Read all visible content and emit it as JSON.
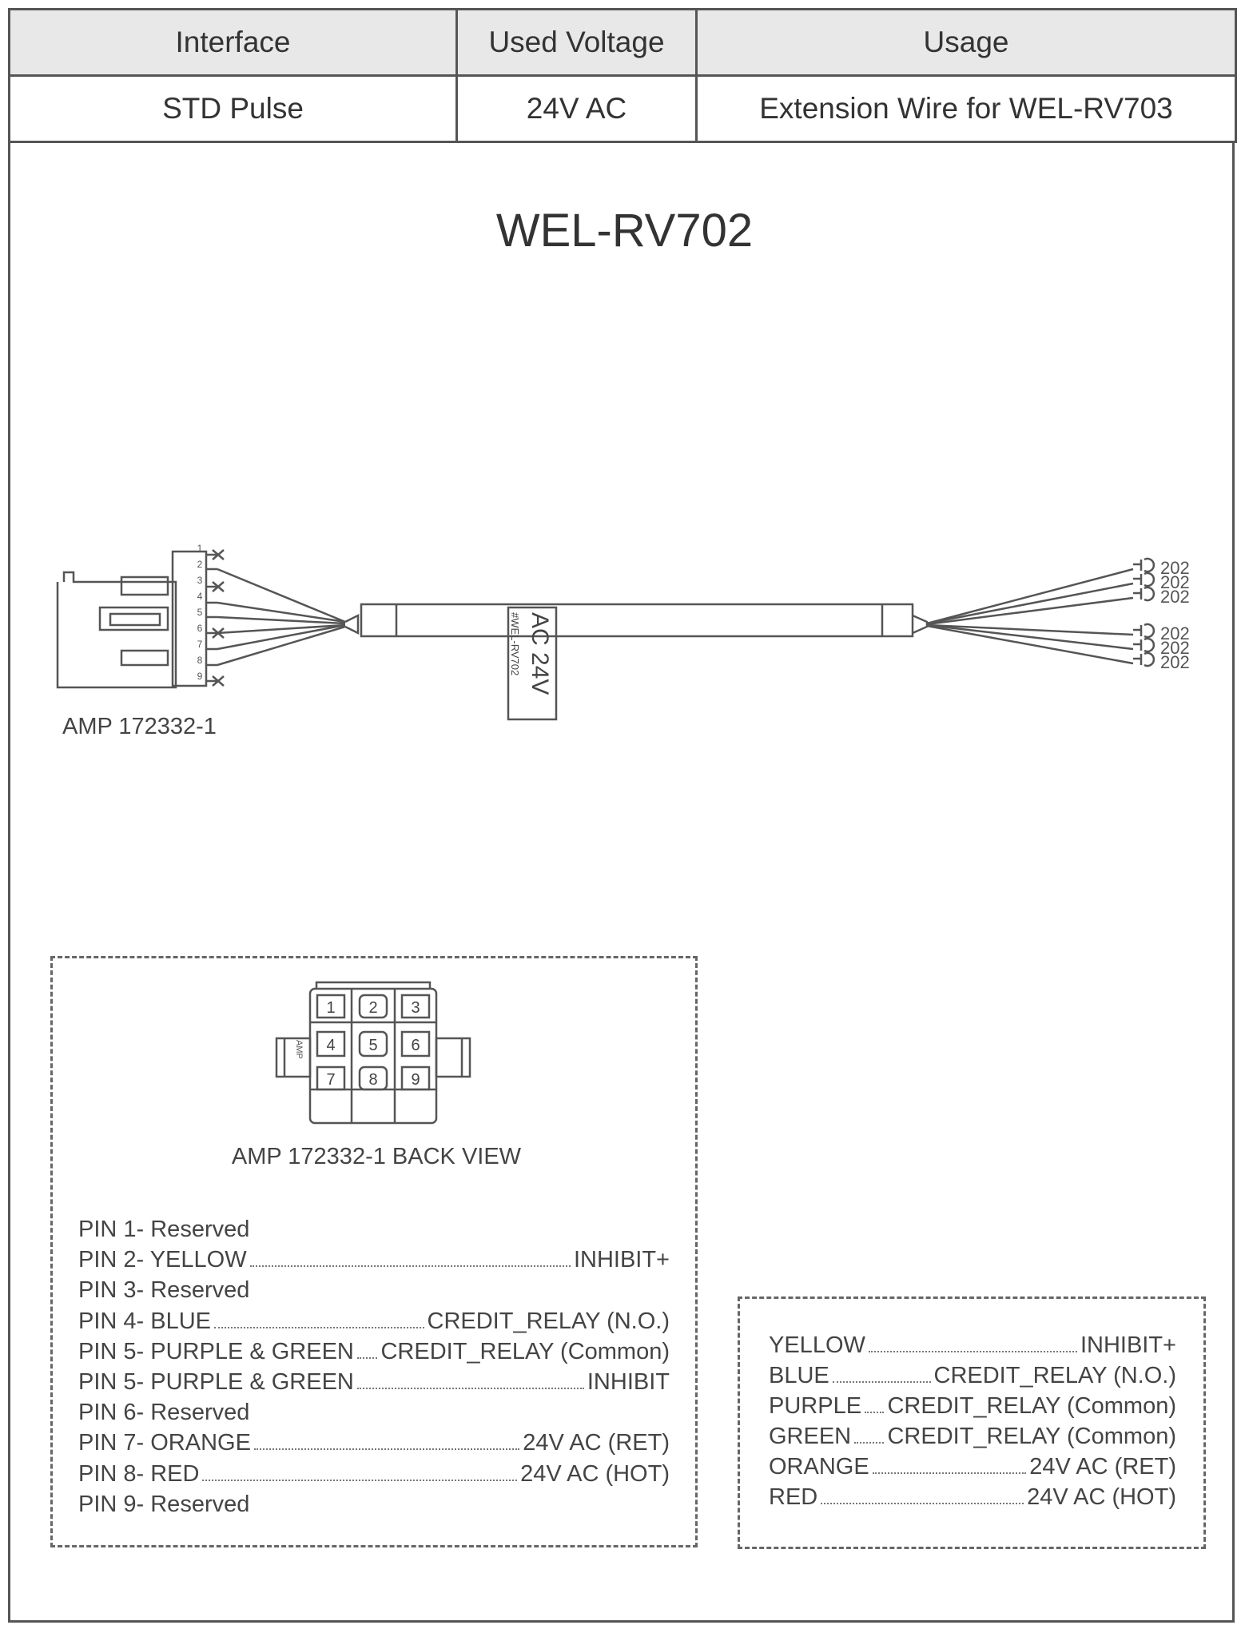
{
  "spec_table": {
    "headers": [
      "Interface",
      "Used Voltage",
      "Usage"
    ],
    "row": [
      "STD Pulse",
      "24V AC",
      "Extension Wire for WEL-RV703"
    ]
  },
  "title": "WEL-RV702",
  "cable": {
    "connector_label": "AMP 172332-1",
    "sleeve_text_1": "AC 24V",
    "sleeve_text_2": "#WEL-RV702",
    "pin_numbers": [
      "1",
      "2",
      "3",
      "4",
      "5",
      "6",
      "7",
      "8",
      "9"
    ],
    "terminal_labels": [
      "202",
      "202",
      "202",
      "202",
      "202",
      "202"
    ]
  },
  "back_view": {
    "label": "AMP 172332-1 BACK VIEW",
    "pins": [
      "1",
      "2",
      "3",
      "4",
      "5",
      "6",
      "7",
      "8",
      "9"
    ],
    "tab_text": "AMP"
  },
  "pin_list": [
    {
      "left": "PIN 1- Reserved",
      "right": ""
    },
    {
      "left": "PIN 2- YELLOW",
      "right": "INHIBIT+"
    },
    {
      "left": "PIN 3- Reserved",
      "right": ""
    },
    {
      "left": "PIN 4- BLUE",
      "right": "CREDIT_RELAY (N.O.)"
    },
    {
      "left": "PIN 5- PURPLE & GREEN",
      "right": "CREDIT_RELAY (Common)"
    },
    {
      "left": "PIN 5- PURPLE & GREEN",
      "right": "INHIBIT"
    },
    {
      "left": "PIN 6- Reserved",
      "right": ""
    },
    {
      "left": "PIN 7- ORANGE",
      "right": "24V AC (RET)"
    },
    {
      "left": "PIN 8- RED",
      "right": "24V AC (HOT)"
    },
    {
      "left": "PIN 9- Reserved",
      "right": ""
    }
  ],
  "wire_list": [
    {
      "left": "YELLOW",
      "right": "INHIBIT+"
    },
    {
      "left": "BLUE",
      "right": "CREDIT_RELAY (N.O.)"
    },
    {
      "left": "PURPLE",
      "right": "CREDIT_RELAY (Common)"
    },
    {
      "left": "GREEN",
      "right": "CREDIT_RELAY (Common)"
    },
    {
      "left": "ORANGE",
      "right": "24V AC (RET)"
    },
    {
      "left": "RED",
      "right": "24V AC (HOT)"
    }
  ]
}
